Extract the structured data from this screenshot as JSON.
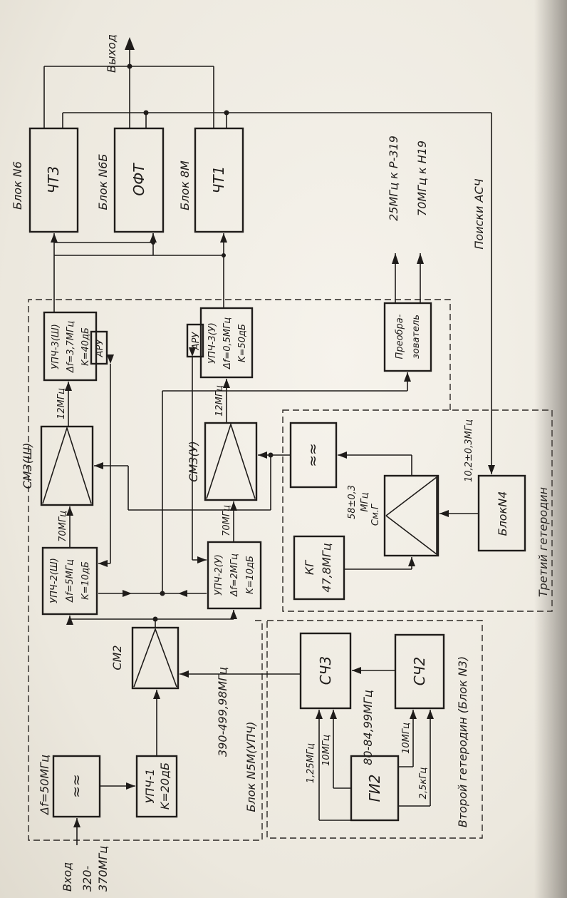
{
  "diagram": {
    "blocks": {
      "cht3": "ЧТ3",
      "oft": "ОФТ",
      "cht1": "ЧТ1",
      "filter_in": "≈≈",
      "upch1": "УПЧ-1",
      "upch1_k": "K=20дБ",
      "sm2": "СМ2",
      "upch2sh_1": "УПЧ-2(Ш)",
      "upch2sh_2": "Δf=5МГц",
      "upch2sh_3": "K=10дБ",
      "upch2u_1": "УПЧ-2(У)",
      "upch2u_2": "Δf=2МГц",
      "upch2u_3": "K=10дБ",
      "sm3sh": "СМ3(Ш)",
      "sm3u": "СМ3(У)",
      "upch3sh_1": "УПЧ-3(Ш)",
      "upch3sh_2": "Δf=3,7МГц",
      "upch3sh_3": "K=40дБ",
      "upch3u_1": "УПЧ-3(У)",
      "upch3u_2": "Δf=0,5МГц",
      "upch3u_3": "K=50дБ",
      "aru": "АРУ",
      "conv_1": "Преобра-",
      "conv_2": "зователь",
      "filter58": "≈≈",
      "smg": "См.Г",
      "kg_1": "КГ",
      "kg_2": "47,8МГц",
      "block_n4": "БлокN4",
      "sch3": "СЧ3",
      "sch2": "СЧ2",
      "gi2": "ГИ2"
    },
    "labels": {
      "output": "Выход",
      "input": "Вход",
      "input_freq_1": "320-",
      "input_freq_2": "370МГц",
      "df50": "Δf=50МГц",
      "block_n6": "Блок N6",
      "block_n6b": "Блок N6Б",
      "block_8m": "Блок 8М",
      "block_n5m": "Блок N5М(УПЧ)",
      "f70_sh": "70МГц",
      "f70_u": "70МГц",
      "f12_sh": "12МГц",
      "f12_u": "12МГц",
      "f390": "390-499,98МГц",
      "f80": "80-84,99МГц",
      "f125": "1,25МГц",
      "f10a": "10МГц",
      "f10b": "10МГц",
      "f25k": "2,5кГц",
      "f58_1": "58±0,3",
      "f58_2": "МГц",
      "f10_2": "10,2±0,3МГц",
      "out25": "25МГц к Р-319",
      "out70": "70МГц к Н19",
      "search": "Поиски АСЧ",
      "third_lo": "Третий гетеродин",
      "second_lo": "Второй гетеродин (Блок N3)"
    }
  }
}
